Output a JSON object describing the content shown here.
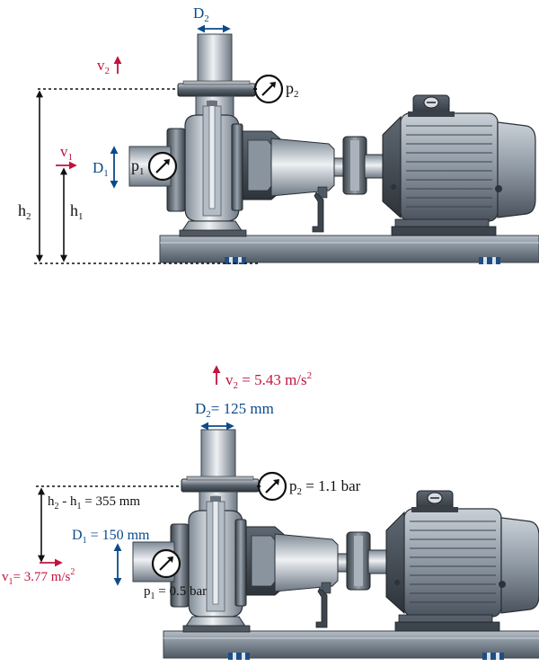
{
  "colors": {
    "velocity": "#c0143c",
    "diameter": "#0b4a8a",
    "text": "#111111",
    "steel_light": "#d9dde3",
    "steel_mid": "#9aa3ad",
    "steel_dark": "#4a535d",
    "rail": "#7d8893"
  },
  "top_diagram": {
    "d2": {
      "base": "D",
      "sub": "2"
    },
    "v2": {
      "base": "v",
      "sub": "2"
    },
    "p2": {
      "base": "p",
      "sub": "2"
    },
    "v1": {
      "base": "v",
      "sub": "1"
    },
    "d1": {
      "base": "D",
      "sub": "1"
    },
    "p1": {
      "base": "p",
      "sub": "1"
    },
    "h2": {
      "base": "h",
      "sub": "2"
    },
    "h1": {
      "base": "h",
      "sub": "1"
    }
  },
  "bottom_diagram": {
    "v2": {
      "base": "v",
      "sub": "2",
      "value": " = 5.43 m/s",
      "sup": "2"
    },
    "d2": {
      "base": "D",
      "sub": "2",
      "value": "= 125 mm"
    },
    "p2": {
      "base": "p",
      "sub": "2",
      "value": " = 1.1 bar"
    },
    "dh": {
      "base1": "h",
      "sub1": "2",
      "mid": " - h",
      "sub2": "1",
      "value": " = 355 mm"
    },
    "d1": {
      "base": "D",
      "sub": "1",
      "value": " = 150 mm"
    },
    "v1": {
      "base": "v",
      "sub": "1",
      "value": "= 3.77 m/s",
      "sup": "2"
    },
    "p1": {
      "base": "p",
      "sub": "1",
      "value": " = 0.5 bar"
    }
  }
}
